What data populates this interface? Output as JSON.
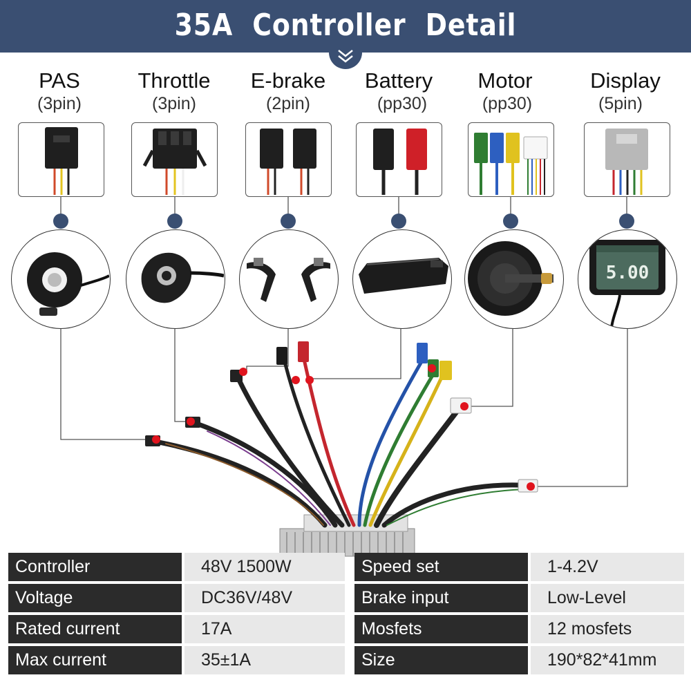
{
  "title": "35A  Controller  Detail",
  "ports": [
    {
      "name": "PAS",
      "pins": "(3pin)"
    },
    {
      "name": "Throttle",
      "pins": "(3pin)"
    },
    {
      "name": "E-brake",
      "pins": "(2pin)"
    },
    {
      "name": "Battery",
      "pins": "(pp30)"
    },
    {
      "name": "Motor",
      "pins": "(pp30)"
    },
    {
      "name": "Display",
      "pins": "(5pin)"
    }
  ],
  "display_readout": "5.00",
  "specs": {
    "left": [
      {
        "label": "Controller",
        "value": "48V 1500W"
      },
      {
        "label": "Voltage",
        "value": "DC36V/48V"
      },
      {
        "label": "Rated current",
        "value": "17A"
      },
      {
        "label": "Max current",
        "value": "35±1A"
      }
    ],
    "right": [
      {
        "label": "Speed set",
        "value": "1-4.2V"
      },
      {
        "label": "Brake input",
        "value": "Low-Level"
      },
      {
        "label": "Mosfets",
        "value": "12 mosfets"
      },
      {
        "label": "Size",
        "value": "190*82*41mm"
      }
    ]
  },
  "colors": {
    "banner": "#3a4f72",
    "marker": "#e0141e",
    "table_label_bg": "#2b2b2b",
    "table_value_bg": "#e8e8e8"
  },
  "icons": [
    "chevron-down-icon",
    "pas-sensor-icon",
    "thumb-throttle-icon",
    "brake-lever-icon",
    "battery-pack-icon",
    "hub-motor-icon",
    "lcd-display-icon"
  ]
}
